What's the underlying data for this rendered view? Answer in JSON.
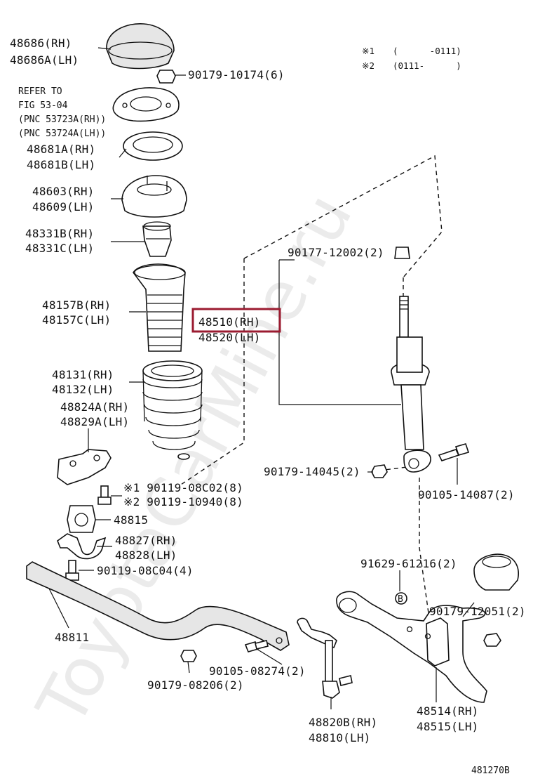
{
  "watermark": "ToyotaCarMine.ru",
  "notes": [
    {
      "mark": "※1",
      "range": "(      -0111)"
    },
    {
      "mark": "※2",
      "range": "(0111-      )"
    }
  ],
  "refer": [
    "REFER TO",
    "FIG 53-04",
    "(PNC 53723A(RH))",
    "(PNC 53724A(LH))"
  ],
  "labels": {
    "p48686": "48686(RH)",
    "p48686a": "48686A(LH)",
    "p90179_10174": "90179-10174(6)",
    "p48681a": "48681A(RH)",
    "p48681b": "48681B(LH)",
    "p48603": "48603(RH)",
    "p48609": "48609(LH)",
    "p48331b": "48331B(RH)",
    "p48331c": "48331C(LH)",
    "p48157b": "48157B(RH)",
    "p48157c": "48157C(LH)",
    "p48510": "48510(RH)",
    "p48520": "48520(LH)",
    "p90177": "90177-12002(2)",
    "p48131": "48131(RH)",
    "p48132": "48132(LH)",
    "p48824a": "48824A(RH)",
    "p48829a": "48829A(LH)",
    "p90179_14045": "90179-14045(2)",
    "p90105_14087": "90105-14087(2)",
    "p90119_08c02": "※1 90119-08C02(8)",
    "p90119_10940": "※2 90119-10940(8)",
    "p48815": "48815",
    "p48827": "48827(RH)",
    "p48828": "48828(LH)",
    "p90119_08c04": "90119-08C04(4)",
    "p91629": "91629-61216(2)",
    "b_mark": "B",
    "p90179_12051": "90179-12051(2)",
    "p48811": "48811",
    "p90105_08274": "90105-08274(2)",
    "p90179_08206": "90179-08206(2)",
    "p48514": "48514(RH)",
    "p48515": "48515(LH)",
    "p48820b": "48820B(RH)",
    "p48810": "48810(LH)"
  },
  "figure_id": "481270B",
  "highlight_color": "#9b1b30"
}
